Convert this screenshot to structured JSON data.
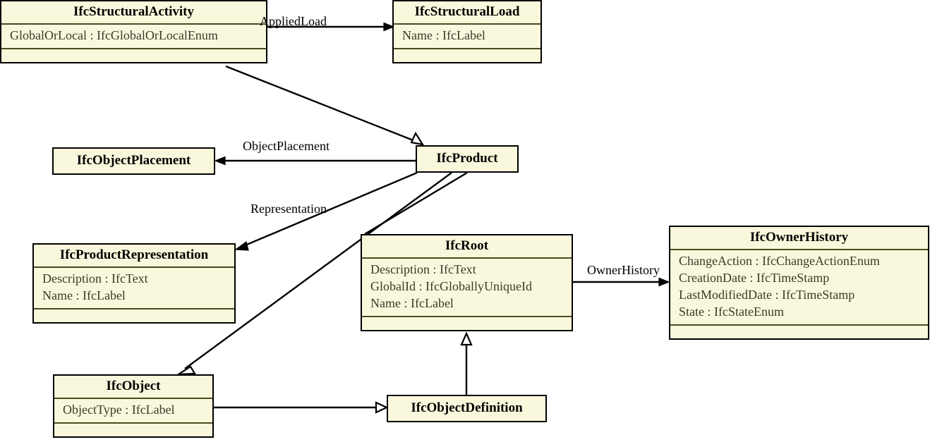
{
  "diagram": {
    "title": "IFC class diagram",
    "type": "uml-class-diagram",
    "background_color": "#FFFFFF",
    "class_fill_color": "#FAF8DC",
    "class_border_color": "#000000",
    "edge_color": "#000000"
  },
  "classes": [
    {
      "id": "IfcStructuralActivity",
      "name": "IfcStructuralActivity",
      "attributes": [
        "GlobalOrLocal : IfcGlobalOrLocalEnum"
      ],
      "operations": []
    },
    {
      "id": "IfcStructuralLoad",
      "name": "IfcStructuralLoad",
      "attributes": [
        "Name : IfcLabel"
      ],
      "operations": []
    },
    {
      "id": "IfcObjectPlacement",
      "name": "IfcObjectPlacement",
      "attributes": [],
      "operations": []
    },
    {
      "id": "IfcProduct",
      "name": "IfcProduct",
      "attributes": [],
      "operations": []
    },
    {
      "id": "IfcProductRepresentation",
      "name": "IfcProductRepresentation",
      "attributes": [
        "Description : IfcText",
        "Name : IfcLabel"
      ],
      "operations": []
    },
    {
      "id": "IfcRoot",
      "name": "IfcRoot",
      "attributes": [
        "Description : IfcText",
        "GlobalId : IfcGloballyUniqueId",
        "Name : IfcLabel"
      ],
      "operations": []
    },
    {
      "id": "IfcOwnerHistory",
      "name": "IfcOwnerHistory",
      "attributes": [
        "ChangeAction : IfcChangeActionEnum",
        "CreationDate : IfcTimeStamp",
        "LastModifiedDate : IfcTimeStamp",
        "State : IfcStateEnum"
      ],
      "operations": []
    },
    {
      "id": "IfcObject",
      "name": "IfcObject",
      "attributes": [
        "ObjectType : IfcLabel"
      ],
      "operations": []
    },
    {
      "id": "IfcObjectDefinition",
      "name": "IfcObjectDefinition",
      "attributes": [],
      "operations": []
    }
  ],
  "relations": [
    {
      "id": "rel-applied-load",
      "label": "AppliedLoad",
      "from": "IfcStructuralActivity",
      "to": "IfcStructuralLoad",
      "kind": "association"
    },
    {
      "id": "rel-object-placement",
      "label": "ObjectPlacement",
      "from": "IfcProduct",
      "to": "IfcObjectPlacement",
      "kind": "association"
    },
    {
      "id": "rel-representation",
      "label": "Representation",
      "from": "IfcProduct",
      "to": "IfcProductRepresentation",
      "kind": "association"
    },
    {
      "id": "rel-owner-history",
      "label": "OwnerHistory",
      "from": "IfcRoot",
      "to": "IfcOwnerHistory",
      "kind": "association"
    },
    {
      "id": "rel-activity-product",
      "label": "",
      "from": "IfcStructuralActivity",
      "to": "IfcProduct",
      "kind": "generalization"
    },
    {
      "id": "rel-product-object",
      "label": "",
      "from": "IfcProduct",
      "to": "IfcObject",
      "kind": "generalization"
    },
    {
      "id": "rel-root-product",
      "label": "",
      "from": "IfcProduct",
      "to": "IfcRoot",
      "kind": "association"
    },
    {
      "id": "rel-objdef-root",
      "label": "",
      "from": "IfcObjectDefinition",
      "to": "IfcRoot",
      "kind": "generalization"
    },
    {
      "id": "rel-object-objdef",
      "label": "",
      "from": "IfcObject",
      "to": "IfcObjectDefinition",
      "kind": "generalization"
    }
  ]
}
